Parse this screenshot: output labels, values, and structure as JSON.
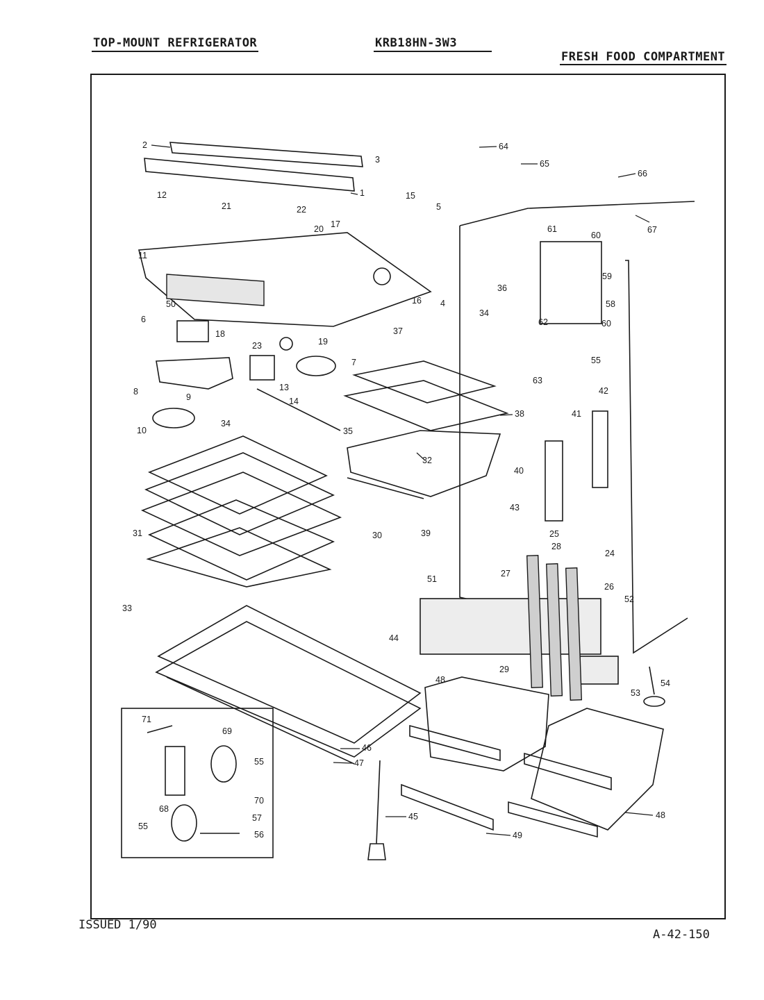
{
  "header": {
    "product": "TOP-MOUNT REFRIGERATOR",
    "model": "KRB18HN-3W3",
    "section": "FRESH FOOD COMPARTMENT"
  },
  "footer": {
    "issued": "ISSUED 1/90",
    "code": "A-42-150"
  },
  "diagram": {
    "callouts": [
      "1",
      "2",
      "3",
      "4",
      "5",
      "6",
      "7",
      "8",
      "9",
      "10",
      "11",
      "12",
      "13",
      "14",
      "15",
      "16",
      "17",
      "18",
      "19",
      "20",
      "21",
      "22",
      "23",
      "24",
      "25",
      "26",
      "27",
      "28",
      "29",
      "30",
      "31",
      "32",
      "33",
      "34",
      "35",
      "36",
      "37",
      "38",
      "39",
      "40",
      "41",
      "42",
      "43",
      "44",
      "45",
      "46",
      "47",
      "48",
      "49",
      "50",
      "51",
      "52",
      "53",
      "54",
      "55",
      "56",
      "57",
      "58",
      "59",
      "60",
      "61",
      "62",
      "63",
      "64",
      "65",
      "66",
      "67",
      "68",
      "69",
      "70",
      "71"
    ]
  }
}
